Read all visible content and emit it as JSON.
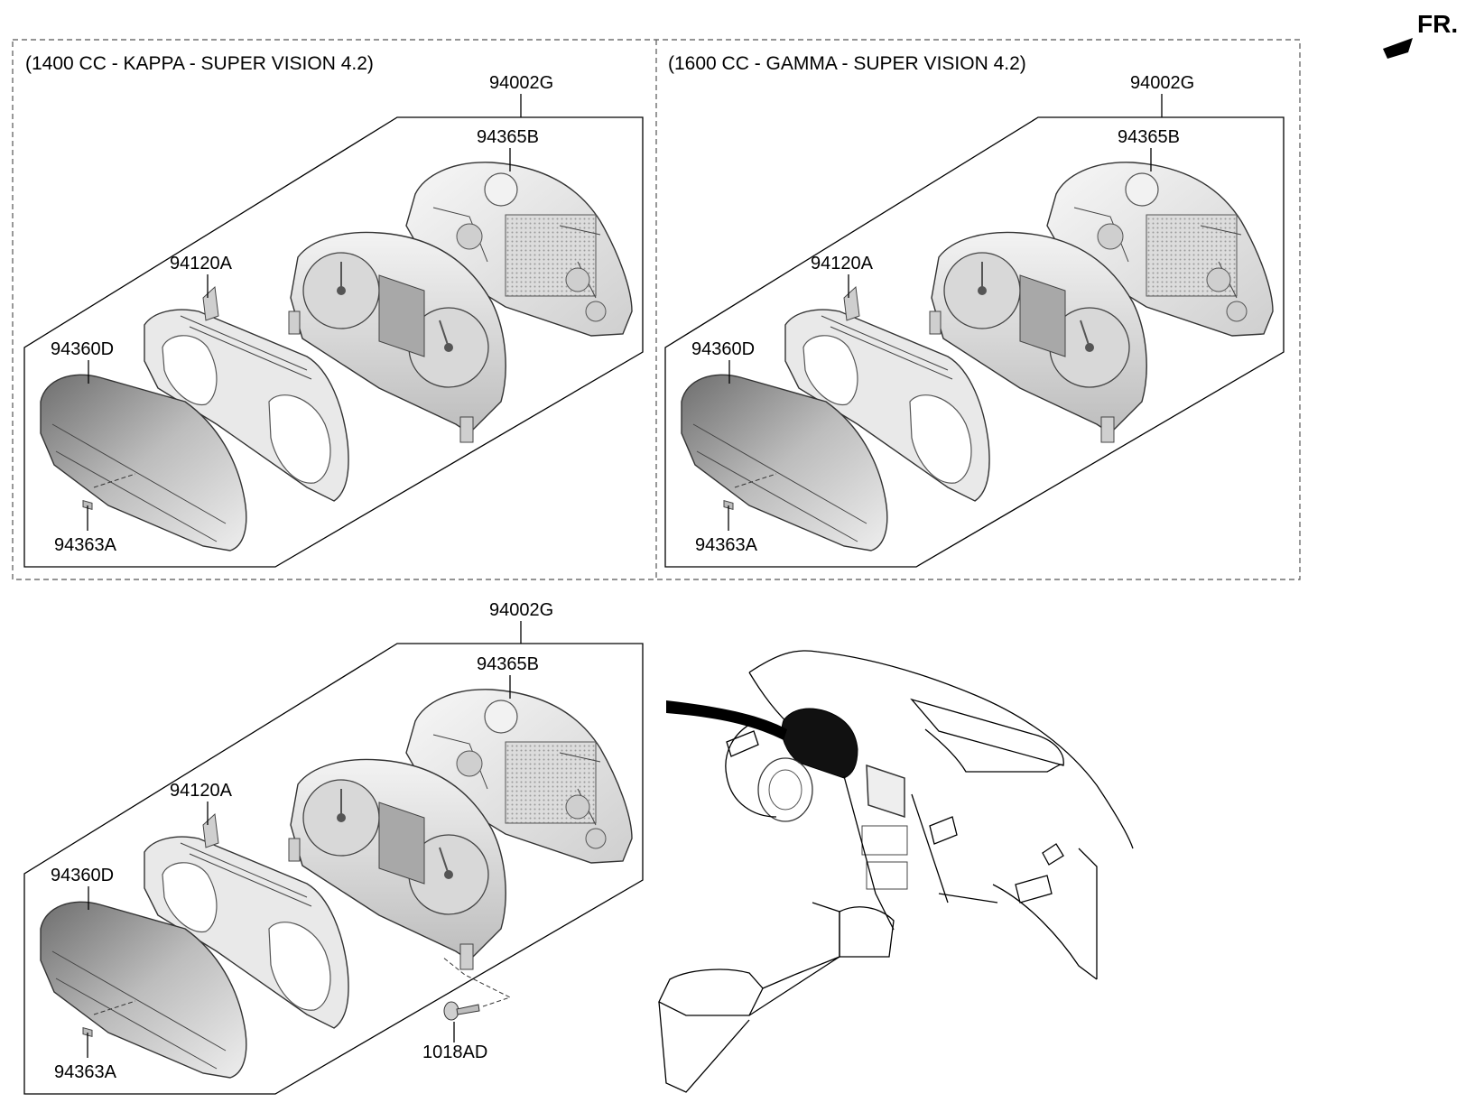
{
  "direction_label": "FR.",
  "variants": [
    {
      "title": "(1400 CC - KAPPA - SUPER VISION 4.2)",
      "assembly": "94002G",
      "parts": [
        "94365B",
        "94120A",
        "94360D",
        "94363A"
      ]
    },
    {
      "title": "(1600 CC - GAMMA - SUPER VISION 4.2)",
      "assembly": "94002G",
      "parts": [
        "94365B",
        "94120A",
        "94360D",
        "94363A"
      ]
    },
    {
      "title": "",
      "assembly": "94002G",
      "parts": [
        "94365B",
        "94120A",
        "94360D",
        "94363A",
        "1018AD"
      ]
    }
  ],
  "colors": {
    "line": "#000000",
    "part_fill_light": "#e6e6e6",
    "part_fill_mid": "#c8c8c8",
    "part_fill_dark": "#8a8a8a",
    "highlight": "#111111"
  }
}
